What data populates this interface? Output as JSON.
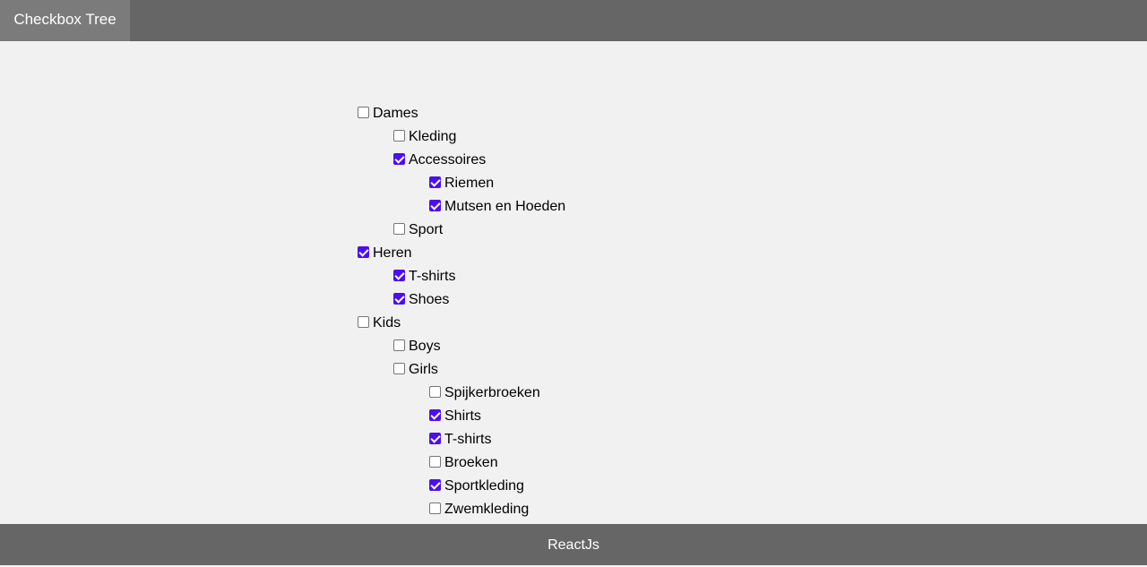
{
  "header": {
    "tab_label": "Checkbox Tree"
  },
  "tree": [
    {
      "label": "Dames",
      "level": 0,
      "checked": false
    },
    {
      "label": "Kleding",
      "level": 1,
      "checked": false
    },
    {
      "label": "Accessoires",
      "level": 1,
      "checked": true
    },
    {
      "label": "Riemen",
      "level": 2,
      "checked": true
    },
    {
      "label": "Mutsen en Hoeden",
      "level": 2,
      "checked": true
    },
    {
      "label": "Sport",
      "level": 1,
      "checked": false
    },
    {
      "label": "Heren",
      "level": 0,
      "checked": true
    },
    {
      "label": "T-shirts",
      "level": 1,
      "checked": true
    },
    {
      "label": "Shoes",
      "level": 1,
      "checked": true
    },
    {
      "label": "Kids",
      "level": 0,
      "checked": false
    },
    {
      "label": "Boys",
      "level": 1,
      "checked": false
    },
    {
      "label": "Girls",
      "level": 1,
      "checked": false
    },
    {
      "label": "Spijkerbroeken",
      "level": 2,
      "checked": false
    },
    {
      "label": "Shirts",
      "level": 2,
      "checked": true
    },
    {
      "label": "T-shirts",
      "level": 2,
      "checked": true
    },
    {
      "label": "Broeken",
      "level": 2,
      "checked": false
    },
    {
      "label": "Sportkleding",
      "level": 2,
      "checked": true
    },
    {
      "label": "Zwemkleding",
      "level": 2,
      "checked": false
    }
  ],
  "footer": {
    "text": "ReactJs"
  },
  "colors": {
    "accent": "#4b0ff0",
    "bar": "#666666",
    "tab": "#7b7b7b",
    "background": "#f1f1f1"
  }
}
